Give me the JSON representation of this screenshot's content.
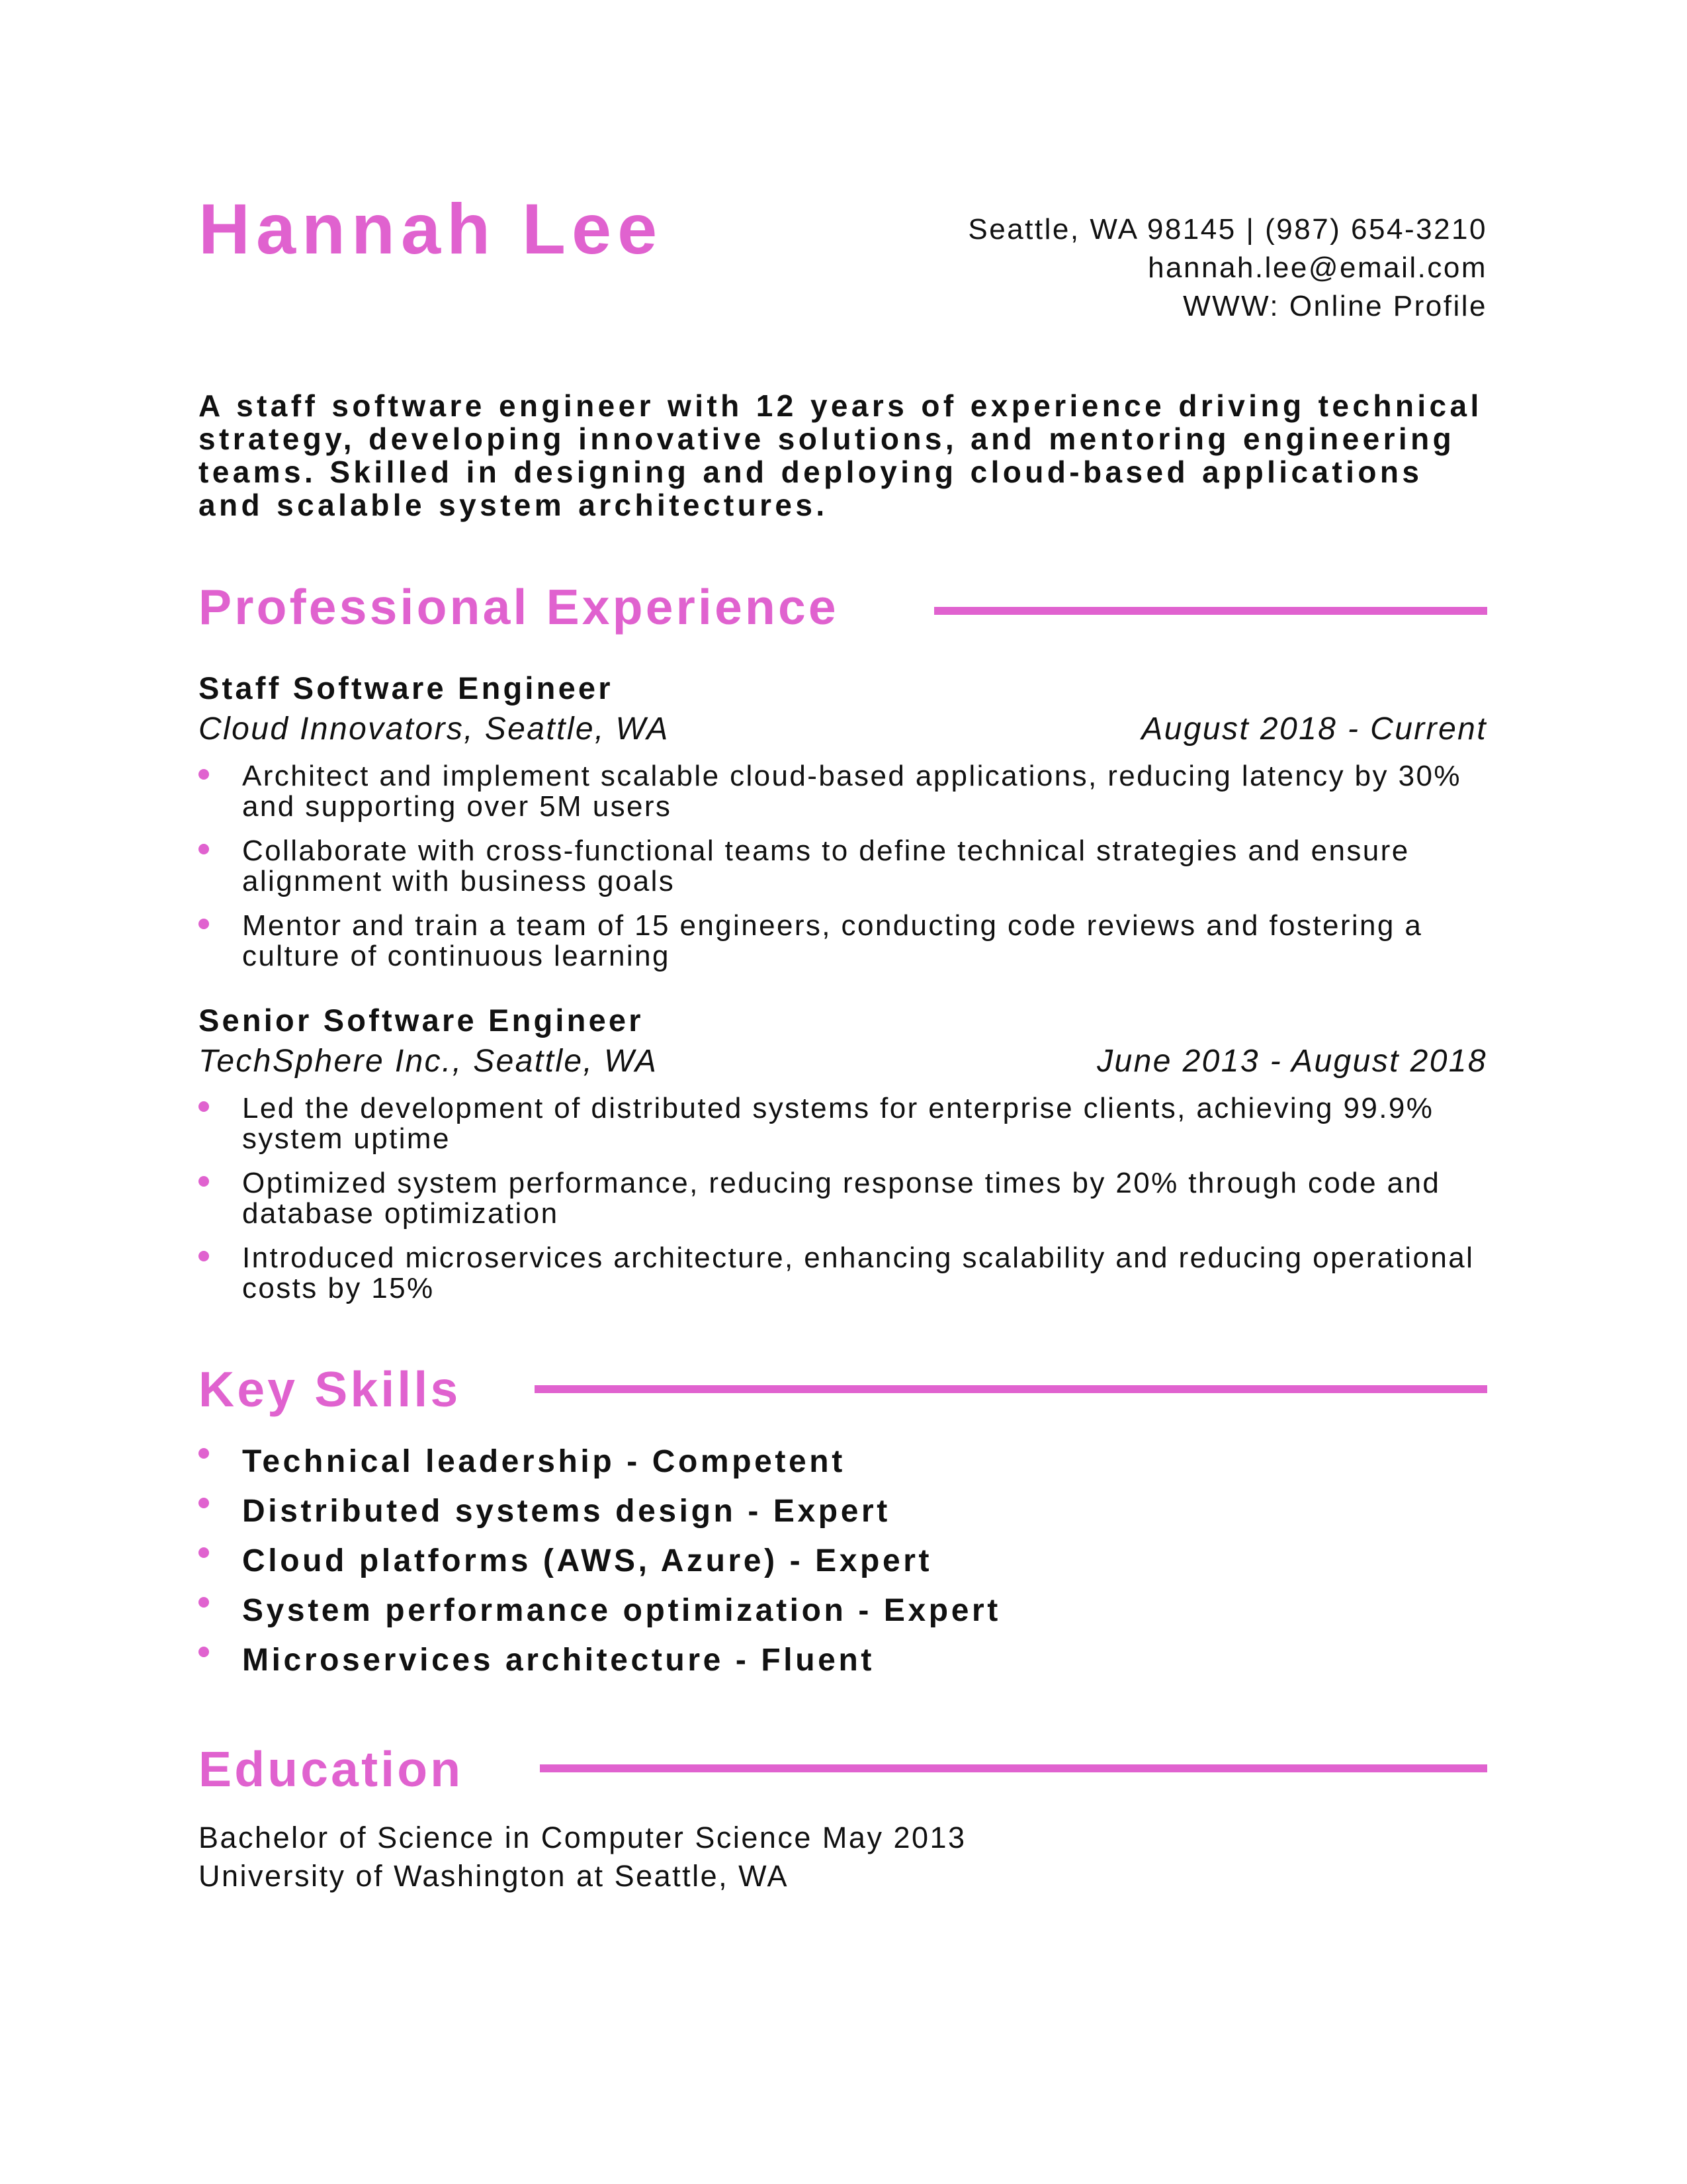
{
  "header": {
    "name": "Hannah Lee",
    "contact_line1": "Seattle, WA 98145 | (987) 654-3210",
    "email": "hannah.lee@email.com",
    "website": "WWW: Online Profile"
  },
  "summary": "A staff software engineer with 12 years of experience driving technical strategy, developing innovative solutions, and mentoring engineering teams. Skilled in designing and deploying cloud-based applications and scalable system architectures.",
  "sections": {
    "experience_title": "Professional Experience",
    "skills_title": "Key Skills",
    "education_title": "Education"
  },
  "jobs": [
    {
      "title": "Staff Software Engineer",
      "company": "Cloud Innovators, Seattle, WA",
      "dates": "August 2018 - Current",
      "bullets": [
        "Architect and implement scalable cloud-based applications, reducing latency by 30% and supporting over 5M users",
        "Collaborate with cross-functional teams to define technical strategies and ensure alignment with business goals",
        "Mentor and train a team of 15 engineers, conducting code reviews and fostering a culture of continuous learning"
      ]
    },
    {
      "title": "Senior Software Engineer",
      "company": "TechSphere Inc., Seattle, WA",
      "dates": "June 2013 - August 2018",
      "bullets": [
        "Led the development of distributed systems for enterprise clients, achieving 99.9% system uptime",
        "Optimized system performance, reducing response times by 20% through code and database optimization",
        "Introduced microservices architecture, enhancing scalability and reducing operational costs by 15%"
      ]
    }
  ],
  "skills": [
    "Technical leadership - Competent",
    "Distributed systems design - Expert",
    "Cloud platforms (AWS, Azure) - Expert",
    "System performance optimization - Expert",
    "Microservices architecture - Fluent"
  ],
  "education": {
    "degree_line": "Bachelor of Science in Computer Science May 2013",
    "school_line": "University of Washington at Seattle, WA"
  },
  "colors": {
    "accent": "#e062cf",
    "text": "#111111"
  }
}
